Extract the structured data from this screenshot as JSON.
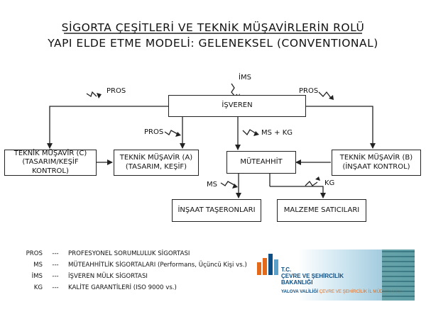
{
  "title": {
    "line1": "Sİgorta Çeşİtlerİ ve Teknİk Müşavİrlerİn Rolü",
    "line2": "Yapı Elde Etme Modelİ: Geleneksel (Conventional)"
  },
  "nodes": {
    "isveren": "İŞVEREN",
    "teknik_c": [
      "TEKNİK MÜŞAVİR (C)",
      "(TASARIM/KEŞİF KONTROL)"
    ],
    "teknik_a": [
      "TEKNİK MÜŞAVİR (A)",
      "(TASARIM, KEŞİF)"
    ],
    "muteahhit": "MÜTEAHHİT",
    "teknik_b": [
      "TEKNİK MÜŞAVİR (B)",
      "(İNŞAAT KONTROL)"
    ],
    "insaat_taseronlari": "İNŞAAT TAŞERONLARI",
    "malzeme_saticilari": "MALZEME SATICILARI"
  },
  "edge_labels": {
    "ims": "İMS",
    "pros_left": "PROS",
    "pros_right": "PROS",
    "pros_mid": "PROS",
    "ms_kg": "MS + KG",
    "ms": "MS",
    "kg": "KG"
  },
  "legend": [
    {
      "abbr": "PROS",
      "sep": "---",
      "text": "PROFESYONEL SORUMLULUK SİGORTASI"
    },
    {
      "abbr": "MS",
      "sep": "---",
      "text": "MÜTEAHHİTLİK SİGORTALARI (Performans, Üçüncü Kişi vs.)"
    },
    {
      "abbr": "İMS",
      "sep": "---",
      "text": "İŞVEREN MÜLK SİGORTASI"
    },
    {
      "abbr": "KG",
      "sep": "---",
      "text": "KALİTE GARANTİLERİ (ISO 9000 vs.)"
    }
  ],
  "logo": {
    "tc": "T.C.",
    "ministry1": "ÇEVRE VE ŞEHİRCİLİK",
    "ministry2": "BAKANLIĞI",
    "office_a": "YALOVA VALİLİĞİ",
    "office_b": "ÇEVRE VE ŞEHİRCİLİK İL MÜDÜRLÜĞÜ",
    "colors": {
      "blue": "#0d4f84",
      "orange": "#e36a1a"
    }
  }
}
